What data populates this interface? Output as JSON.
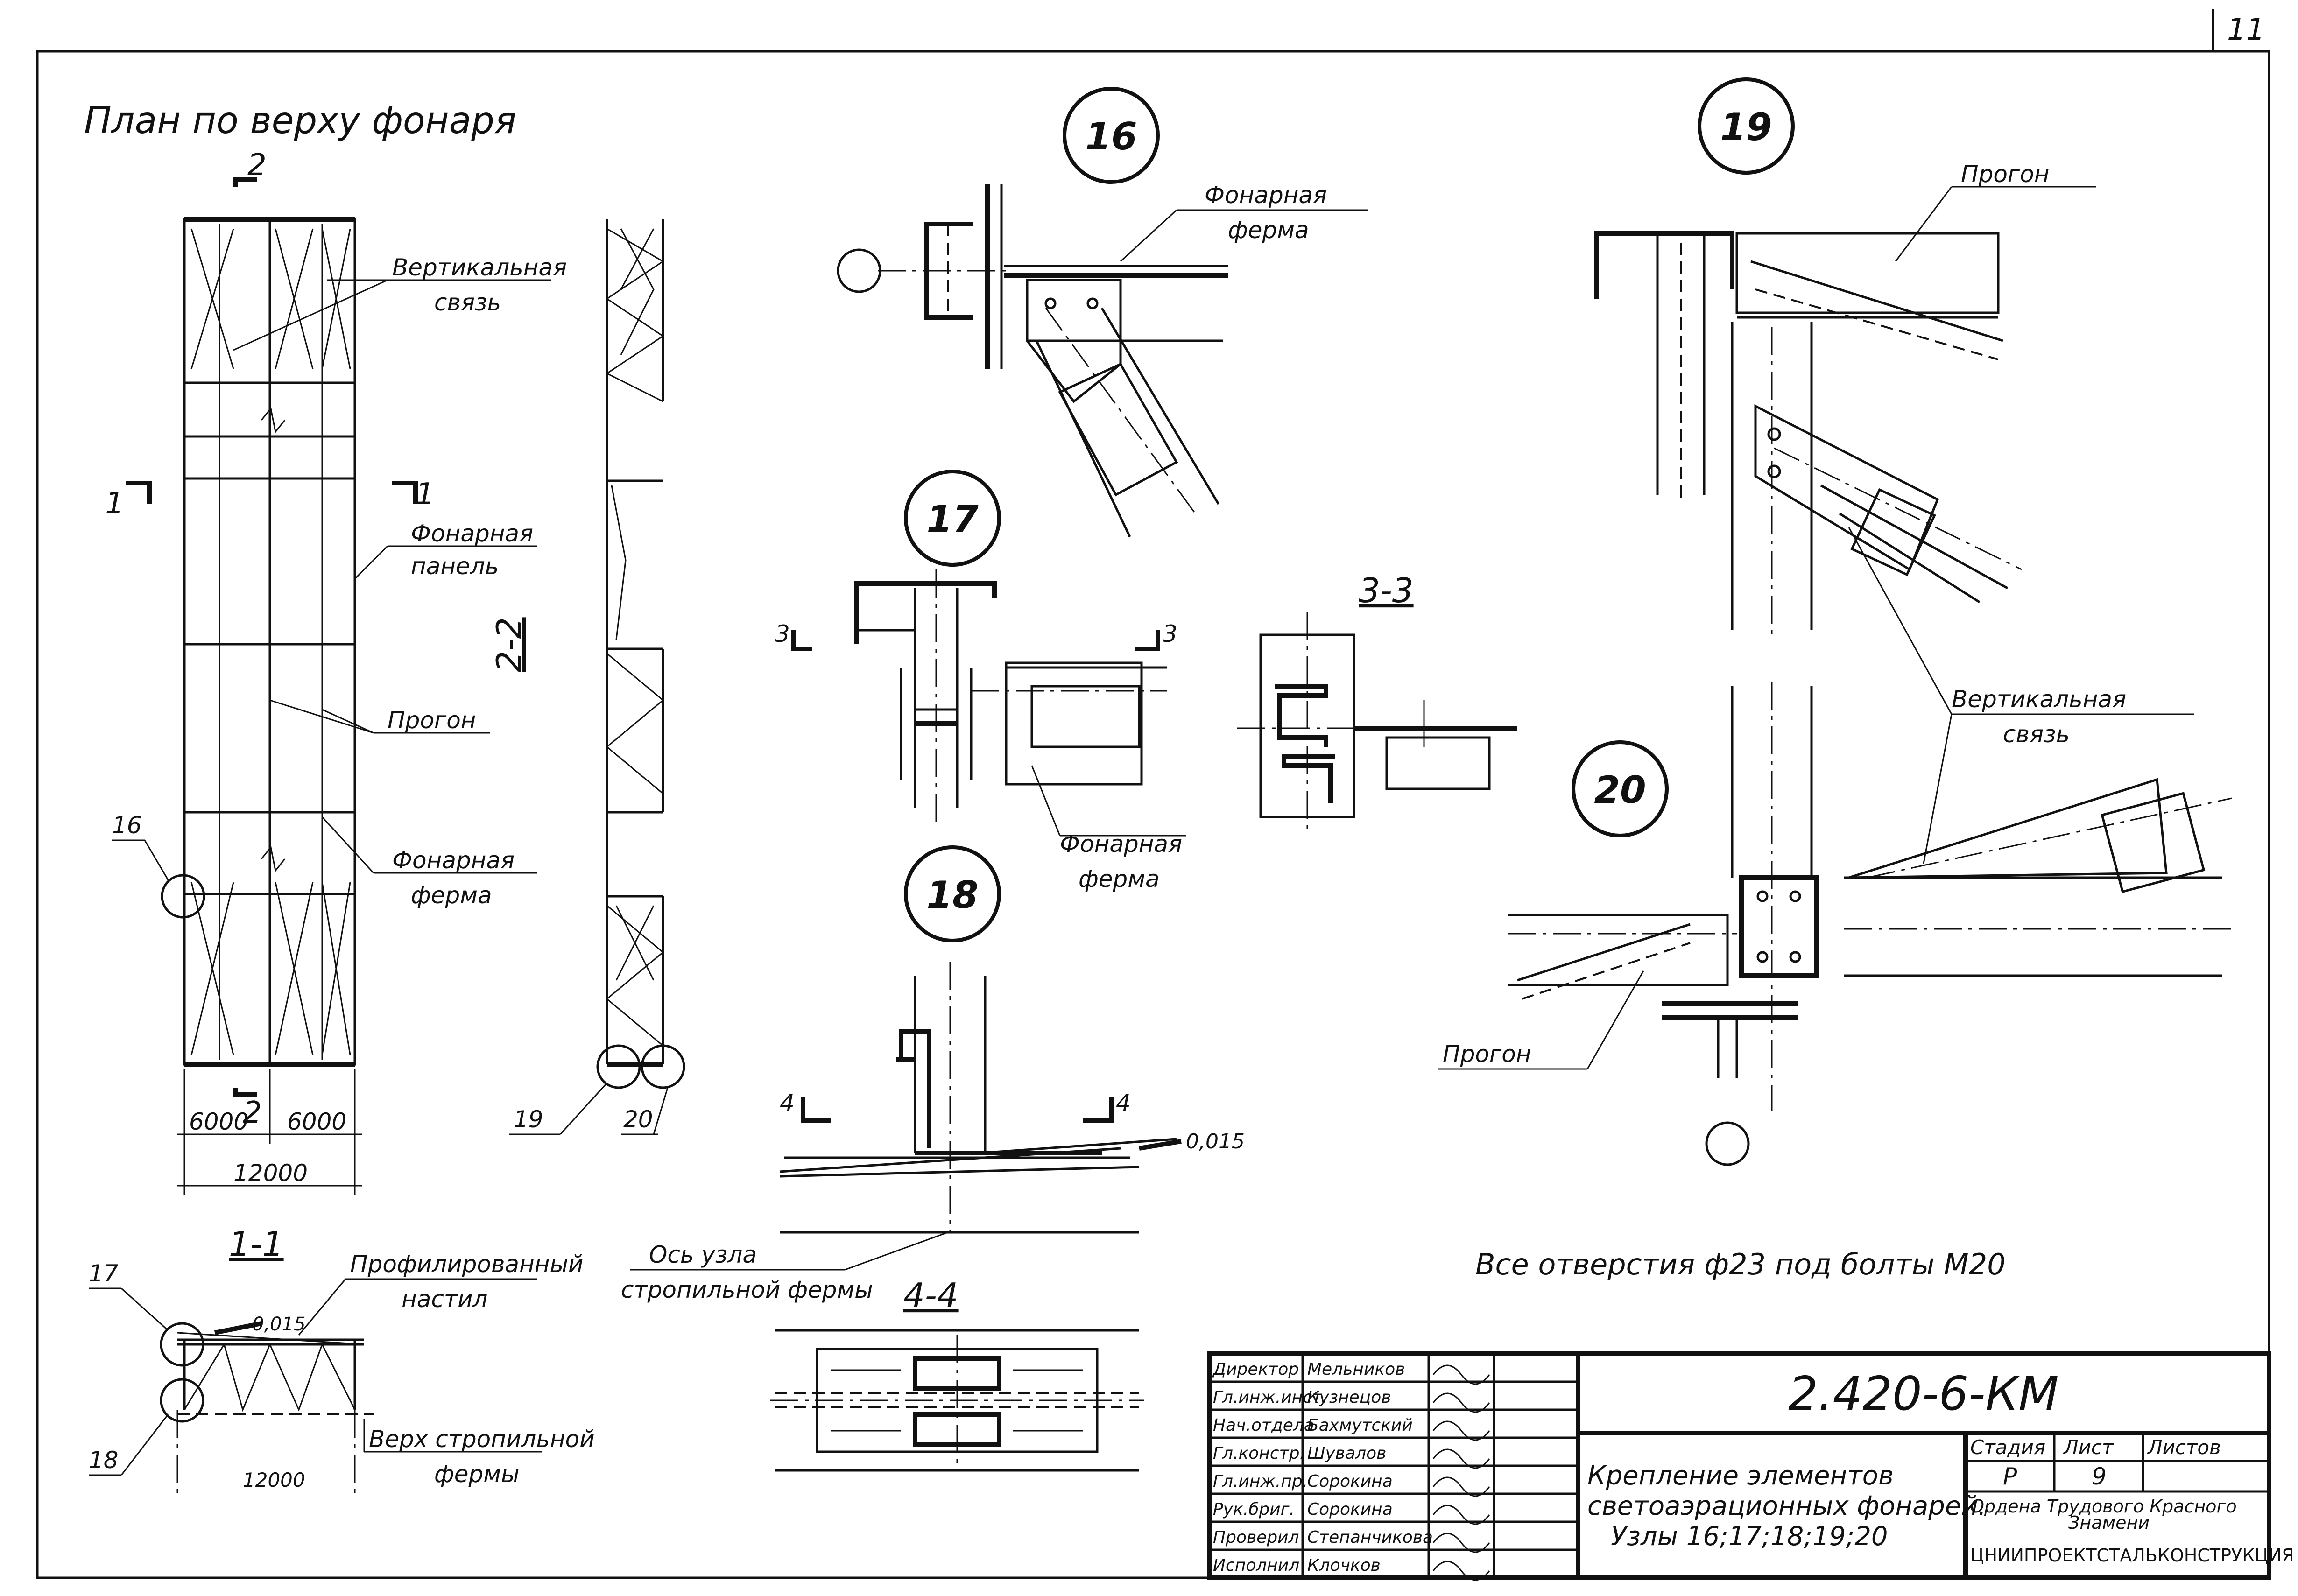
{
  "sheet_number": "11",
  "plan": {
    "title": "План  по верху  фонаря",
    "section_2": "2",
    "section_1": "1",
    "section_2_2": "2-2",
    "dim_6000_a": "6000",
    "dim_6000_b": "6000",
    "dim_12000": "12000",
    "node_16_ref": "16",
    "node_19_ref": "19",
    "node_20_ref": "20"
  },
  "labels": {
    "vertical_brace": "Вертикальная связь",
    "lantern_panel": "Фонарная панель",
    "purlin": "Прогон",
    "lantern_truss": "Фонарная ферма",
    "profiled_deck": "Профилированный настил",
    "top_of_rafter_truss": "Верх стропильной фермы",
    "rafter_truss_axis": "Ось узла стропильной фермы",
    "slope": "0,015",
    "slope_1_1": "0,015",
    "dim_12000_section": "12000"
  },
  "sections": {
    "s1_1": "1-1",
    "s3_3": "3-3",
    "s4_4": "4-4",
    "mark_3": "3",
    "mark_4": "4",
    "node_17_ref": "17",
    "node_18_ref": "18"
  },
  "nodes": [
    "16",
    "17",
    "18",
    "19",
    "20"
  ],
  "note": "Все  отверстия  ф23 под  болты М20",
  "title_block": {
    "code": "2.420-6-КМ",
    "title_line1": "Крепление      элементов",
    "title_line2": "светоаэрационных фонарей.",
    "title_line3": "Узлы 16;17;18;19;20",
    "stage_label": "Стадия",
    "sheet_label": "Лист",
    "sheets_label": "Листов",
    "stage": "Р",
    "sheet": "9",
    "org_line1": "Ордена  Трудового  Красного",
    "org_line2": "Знамени",
    "org_name": "ЦНИИПРОЕКТСТАЛЬКОНСТРУКЦИЯ",
    "signers": [
      {
        "role": "Директор",
        "name": "Мельников"
      },
      {
        "role": "Гл.инж.инст.",
        "name": "Кузнецов"
      },
      {
        "role": "Нач.отдела",
        "name": "Бахмутский"
      },
      {
        "role": "Гл.констр.",
        "name": "Шувалов"
      },
      {
        "role": "Гл.инж.пр.",
        "name": "Сорокина"
      },
      {
        "role": "Рук.бриг.",
        "name": "Сорокина"
      },
      {
        "role": "Проверил",
        "name": "Степанчикова"
      },
      {
        "role": "Исполнил",
        "name": "Клочков"
      }
    ]
  }
}
